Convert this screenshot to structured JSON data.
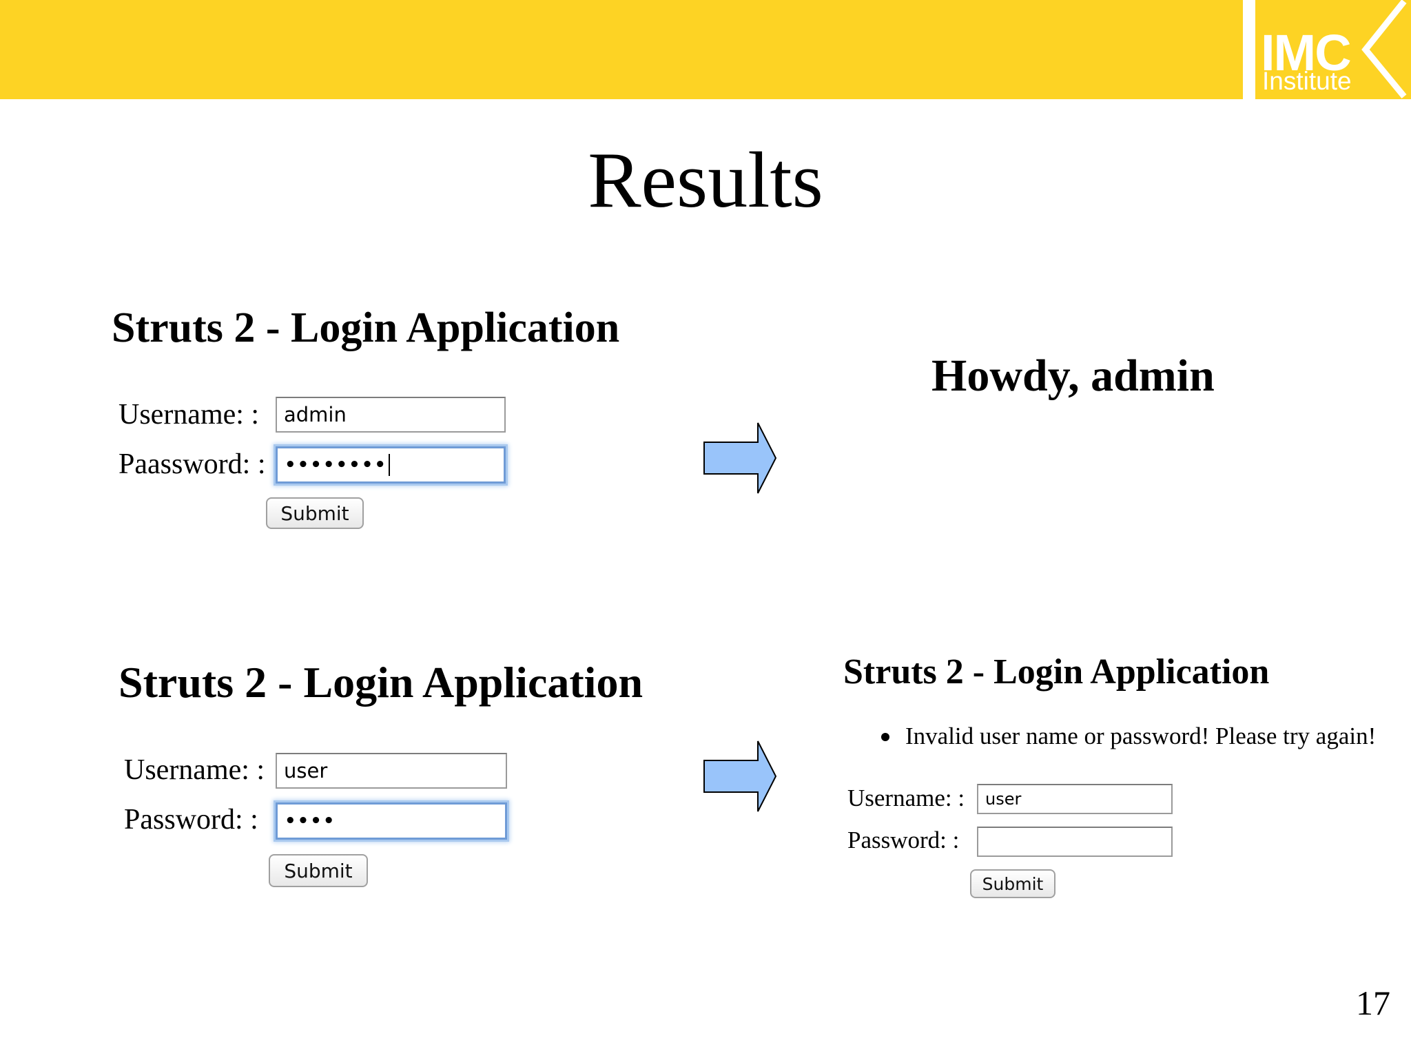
{
  "header": {
    "logo_text": "IMC",
    "logo_subtext": "Institute",
    "colors": {
      "bar": "#fdd324",
      "logo_fg": "#ffffff"
    }
  },
  "slide": {
    "title": "Results",
    "page_number": "17"
  },
  "success_login": {
    "heading": "Struts 2 - Login Application",
    "username_label": "Username: :",
    "username_value": "admin",
    "password_label": "Paassword: :",
    "password_masked": "••••••••",
    "submit_label": "Submit"
  },
  "success_result": {
    "message": "Howdy, admin"
  },
  "failed_login": {
    "heading": "Struts 2 - Login Application",
    "username_label": "Username: :",
    "username_value": "user",
    "password_label": "Password: :",
    "password_masked": "••••",
    "submit_label": "Submit"
  },
  "failed_result": {
    "heading": "Struts 2 - Login Application",
    "error_message": "Invalid user name or password! Please try again!",
    "username_label": "Username: :",
    "username_value": "user",
    "password_label": "Password: :",
    "password_value": "",
    "submit_label": "Submit"
  },
  "icons": {
    "flow_arrow": "right-arrow-icon",
    "arrow_fill": "#99c4fa"
  }
}
